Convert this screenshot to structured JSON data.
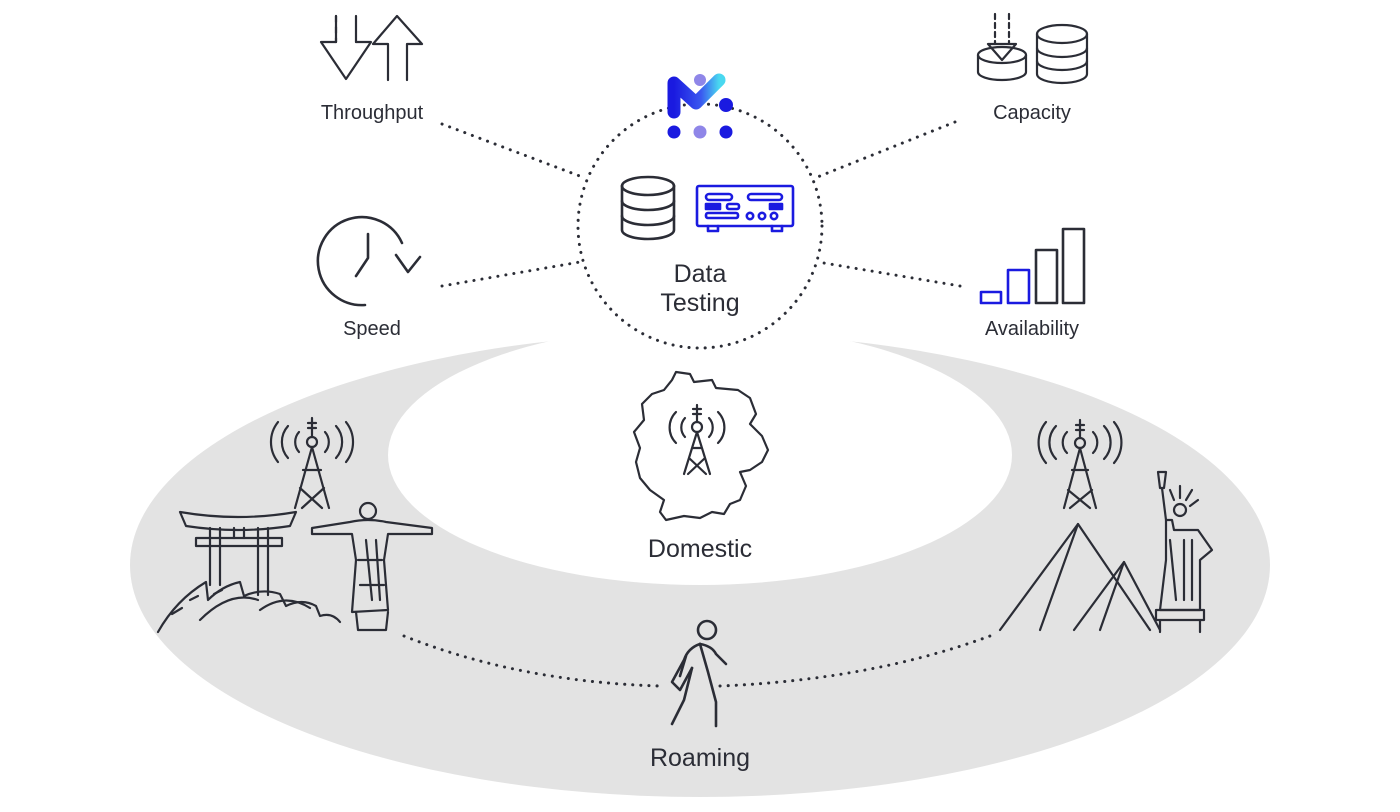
{
  "center": {
    "title_line1": "Data",
    "title_line2": "Testing"
  },
  "metrics": {
    "throughput": "Throughput",
    "capacity": "Capacity",
    "speed": "Speed",
    "availability": "Availability"
  },
  "zones": {
    "domestic": "Domestic",
    "roaming": "Roaming"
  },
  "colors": {
    "ink": "#2b2d36",
    "brand_blue": "#1a1ae0",
    "brand_purple": "#8f86e8",
    "brand_cyan": "#49d8f0",
    "ring_gray": "#e3e3e3"
  }
}
